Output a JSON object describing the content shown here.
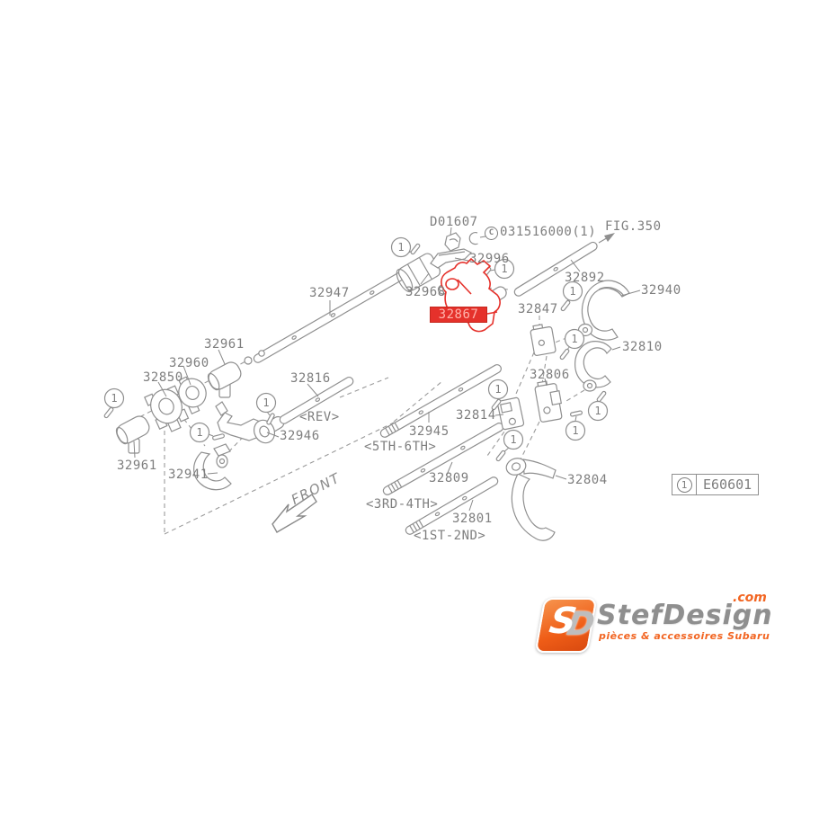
{
  "diagram": {
    "fig_ref": "FIG.350",
    "bolt_ref": "D01607",
    "c_symbol": "C",
    "c_part_number": "031516000(1)",
    "front_label": "FRONT",
    "callout_symbol": "1",
    "legend": {
      "symbol": "1",
      "code": "E60601"
    },
    "parts": {
      "p32947": "32947",
      "p32968": "32968",
      "p32996": "32996",
      "p32892": "32892",
      "p32940": "32940",
      "p32847": "32847",
      "p32810": "32810",
      "p32961_top": "32961",
      "p32960": "32960",
      "p32850": "32850",
      "p32816": "32816",
      "p32946": "32946",
      "p32961_left": "32961",
      "p32941": "32941",
      "p32945": "32945",
      "p32814": "32814",
      "p32806": "32806",
      "p32809": "32809",
      "p32801": "32801",
      "p32804": "32804",
      "p32867_highlighted": "32867"
    },
    "group_labels": {
      "rev": "<REV>",
      "fifth_sixth": "<5TH-6TH>",
      "third_fourth": "<3RD-4TH>",
      "first_second": "<1ST-2ND>"
    }
  },
  "logo": {
    "monogram_primary": "S",
    "monogram_secondary": "D",
    "brand": "StefDesign",
    "tld": ".com",
    "tagline": "pièces & accessoires Subaru"
  },
  "colors": {
    "line": "#8f8f8f",
    "label_text": "#7e7e7e",
    "highlight_red": "#e5312b",
    "logo_orange": "#f26522",
    "logo_gray": "#8f8f8f"
  }
}
